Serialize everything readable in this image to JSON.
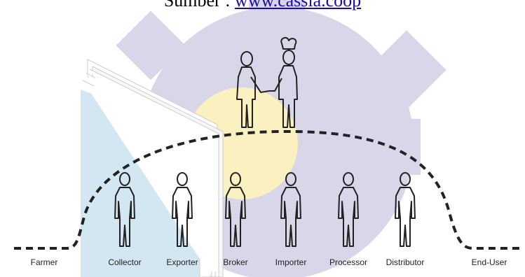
{
  "caption": {
    "prefix": "Sumber : ",
    "link_text": "www.cassia.coop"
  },
  "roles": [
    {
      "label": "Farmer"
    },
    {
      "label": "Collector"
    },
    {
      "label": "Exporter"
    },
    {
      "label": "Broker"
    },
    {
      "label": "Importer"
    },
    {
      "label": "Processor"
    },
    {
      "label": "Distributor"
    },
    {
      "label": "End-User"
    }
  ],
  "colors": {
    "gear": "#d8d6e8",
    "sun": "#fbf0c0",
    "panel": "#d3e7f3",
    "lines": "#222222"
  },
  "icons": [
    "handshake-icon",
    "chef-hat-icon",
    "person-icon",
    "gear-shape",
    "document-stack"
  ]
}
